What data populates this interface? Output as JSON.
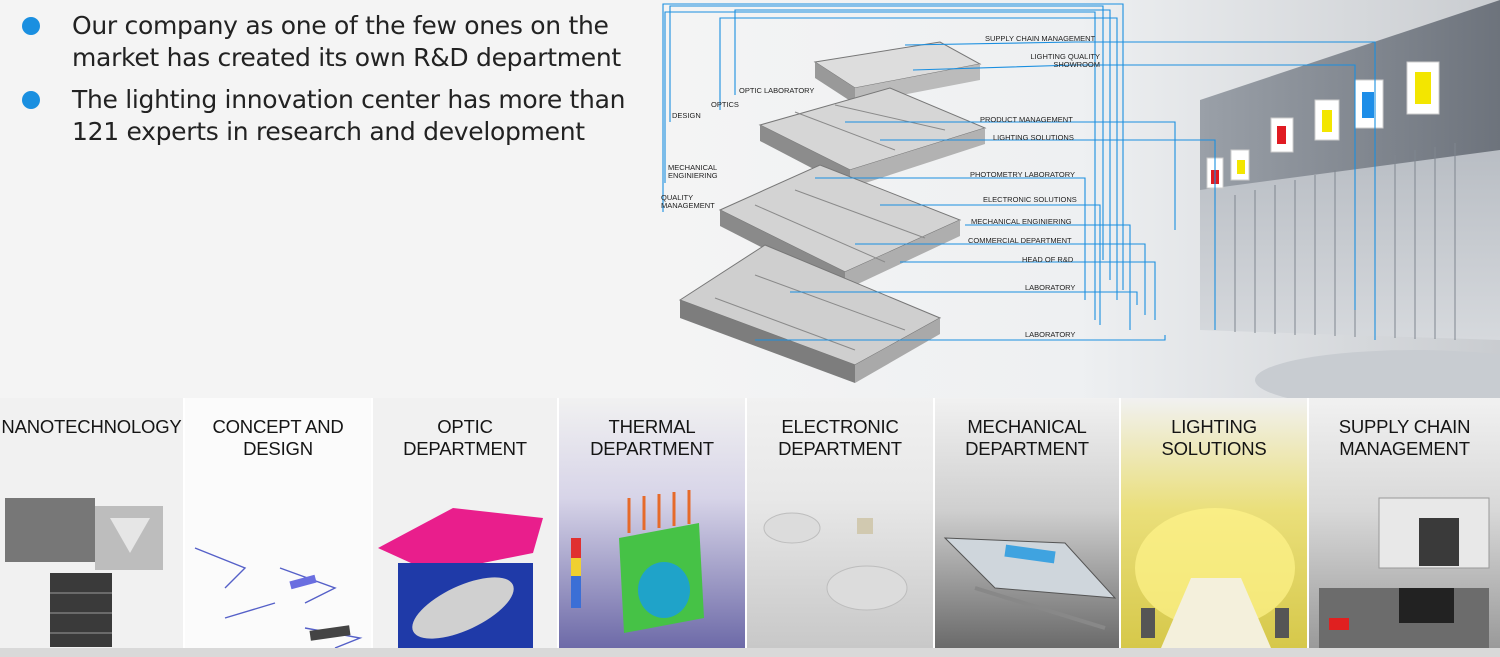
{
  "bullets": [
    {
      "text": "Our company as one of the few ones on the market has created its own R&D department"
    },
    {
      "text": "The lighting innovation center has more than 121 experts in research and development"
    }
  ],
  "diagram_labels": {
    "supply_chain": "SUPPLY CHAIN MANAGEMENT",
    "showroom": "LIGHTING QUALITY SHOWROOM",
    "optic_lab": "OPTIC LABORATORY",
    "optics": "OPTICS",
    "design": "DESIGN",
    "product_mgmt": "PRODUCT MANAGEMENT",
    "lighting_solutions": "LIGHTING SOLUTIONS",
    "mech_eng_left": "MECHANICAL ENGINIERING",
    "photometry": "PHOTOMETRY LABORATORY",
    "quality_mgmt": "QUALITY MANAGEMENT",
    "electronic_solutions": "ELECTRONIC SOLUTIONS",
    "mech_eng_right": "MECHANICAL ENGINIERING",
    "commercial": "COMMERCIAL DEPARTMENT",
    "head_rd": "HEAD OF R&D",
    "laboratory1": "LABORATORY",
    "laboratory2": "LABORATORY"
  },
  "tiles": [
    {
      "title": "NANOTECHNOLOGY"
    },
    {
      "title": "CONCEPT AND DESIGN"
    },
    {
      "title": "OPTIC DEPARTMENT"
    },
    {
      "title": "THERMAL DEPARTMENT"
    },
    {
      "title": "ELECTRONIC DEPARTMENT"
    },
    {
      "title": "MECHANICAL DEPARTMENT"
    },
    {
      "title": "LIGHTING SOLUTIONS"
    },
    {
      "title": "SUPPLY CHAIN MANAGEMENT"
    }
  ],
  "colors": {
    "bullet": "#1a8fe0",
    "line": "#1a8fe0",
    "magenta": "#e91e8c"
  }
}
